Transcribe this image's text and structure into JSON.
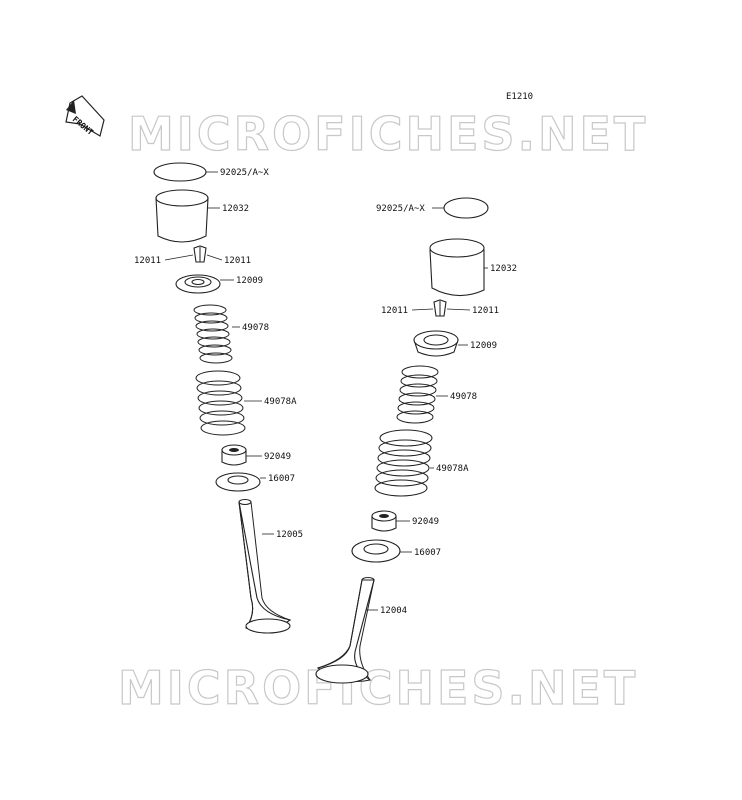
{
  "diagram_code": "E1210",
  "front_arrow_label": "FRONT",
  "watermark_top": "MICROFICHES.NET",
  "watermark_bottom": "MICROFICHES.NET",
  "left_labels": {
    "shim": "92025/A~X",
    "tappet": "12032",
    "cotter_left": "12011",
    "cotter_right": "12011",
    "retainer": "12009",
    "spring_inner": "49078",
    "spring_outer": "49078A",
    "stem_seal": "92049",
    "spring_seat": "16007",
    "valve": "12005"
  },
  "right_labels": {
    "shim": "92025/A~X",
    "tappet": "12032",
    "cotter_left": "12011",
    "cotter_right": "12011",
    "retainer": "12009",
    "spring_inner": "49078",
    "spring_outer": "49078A",
    "stem_seal": "92049",
    "spring_seat": "16007",
    "valve": "12004"
  }
}
